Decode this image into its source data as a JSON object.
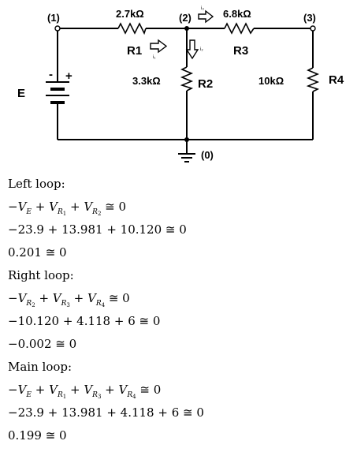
{
  "circuit": {
    "nodes": {
      "n1": "(1)",
      "n2": "(2)",
      "n3": "(3)",
      "n0": "(0)"
    },
    "source": {
      "label": "E",
      "minus": "-",
      "plus": "+"
    },
    "r1": {
      "value": "2.7kΩ",
      "label": "R1"
    },
    "r2": {
      "value": "3.3kΩ",
      "label": "R2"
    },
    "r3": {
      "value": "6.8kΩ",
      "label": "R3"
    },
    "r4": {
      "value": "10kΩ",
      "label": "R4"
    },
    "currents": {
      "i1": "i₁",
      "i2": "i₂",
      "i3": "i₃"
    }
  },
  "equations": [
    {
      "type": "text",
      "text": "Left loop:"
    },
    {
      "type": "sym",
      "terms": [
        "E",
        "R1",
        "R2"
      ]
    },
    {
      "type": "num",
      "text": "−23.9 + 13.981 + 10.120 ≅ 0"
    },
    {
      "type": "num",
      "text": "0.201 ≅ 0"
    },
    {
      "type": "text",
      "text": "Right loop:"
    },
    {
      "type": "sym",
      "terms": [
        "R2",
        "R3",
        "R4"
      ]
    },
    {
      "type": "num",
      "text": "−10.120 + 4.118 + 6 ≅ 0"
    },
    {
      "type": "num",
      "text": "−0.002 ≅ 0"
    },
    {
      "type": "text",
      "text": "Main loop:"
    },
    {
      "type": "sym",
      "terms": [
        "E",
        "R1",
        "R3",
        "R4"
      ]
    },
    {
      "type": "num",
      "text": "−23.9 + 13.981 + 4.118 + 6 ≅ 0"
    },
    {
      "type": "num",
      "text": "0.199 ≅ 0"
    }
  ]
}
